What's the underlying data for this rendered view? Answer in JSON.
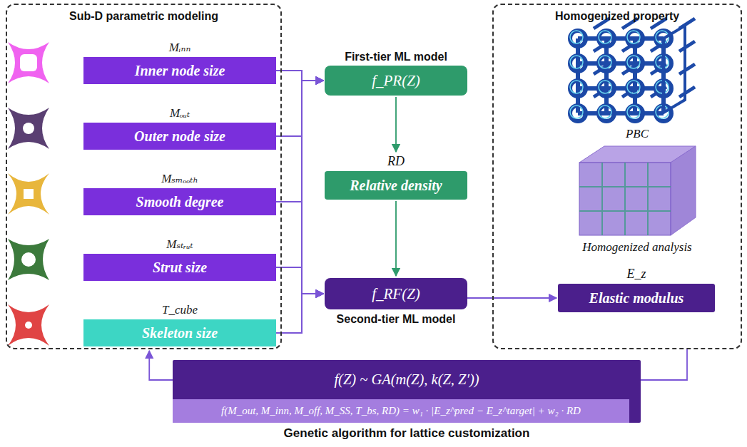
{
  "diagram": {
    "nodes": [
      {
        "text": [
          "Sub-D parametric modeling"
        ]
      },
      {
        "text": [
          "Mᵢₙₙ",
          "Inner node size"
        ],
        "in": 0
      },
      {
        "text": [
          "Mₒᵤₜ",
          "Outer node size"
        ],
        "in": 0
      },
      {
        "text": [
          "Mₛₘₒₒₜₕ",
          "Smooth degree"
        ],
        "in": 0
      },
      {
        "text": [
          "Mₛₜᵣᵤₜ",
          "Strut size"
        ],
        "in": 0
      },
      {
        "text": [
          "T_cube",
          "Skeleton size"
        ],
        "in": 0
      },
      {
        "text": [
          "First-tier ML model",
          "f_PR(Z)"
        ]
      },
      {
        "text": [
          "RD",
          "Relative density"
        ]
      },
      {
        "text": [
          "f_RF(Z)",
          "Second-tier ML model"
        ]
      },
      {
        "text": [
          "Homogenized property"
        ]
      },
      {
        "text": [
          "E_z",
          "Elastic modulus"
        ],
        "in": 9
      },
      {
        "text": [
          "f(Z) ~ GA(m(Z), k(Z, Z′))",
          "Genetic algorithm for lattice customization"
        ]
      },
      {
        "text": [
          "f(M_out, M_inn, M_off, M_SS, T_bs, RD) = w₁ · |E_z^pred − E_z^target| + w₂ · RD"
        ],
        "in": 11
      }
    ],
    "edges": [
      {
        "from": 1,
        "to": 6,
        "arrow": "to"
      },
      {
        "from": 2,
        "to": 6,
        "arrow": "to"
      },
      {
        "from": 3,
        "to": 6,
        "arrow": "to"
      },
      {
        "from": 4,
        "to": 6,
        "arrow": "to"
      },
      {
        "from": 5,
        "to": 6,
        "arrow": "to"
      },
      {
        "from": 1,
        "to": 8,
        "arrow": "to"
      },
      {
        "from": 2,
        "to": 8,
        "arrow": "to"
      },
      {
        "from": 3,
        "to": 8,
        "arrow": "to"
      },
      {
        "from": 4,
        "to": 8,
        "arrow": "to"
      },
      {
        "from": 5,
        "to": 8,
        "arrow": "to"
      },
      {
        "from": 6,
        "to": 7,
        "arrow": "to"
      },
      {
        "from": 7,
        "to": 8,
        "arrow": "to"
      },
      {
        "from": 8,
        "to": 10,
        "arrow": "to"
      },
      {
        "from": 9,
        "to": 11,
        "arrow": "none"
      },
      {
        "from": 11,
        "to": 0,
        "arrow": "to"
      }
    ],
    "labels": [
      "PBC",
      "Homogenized analysis"
    ]
  }
}
